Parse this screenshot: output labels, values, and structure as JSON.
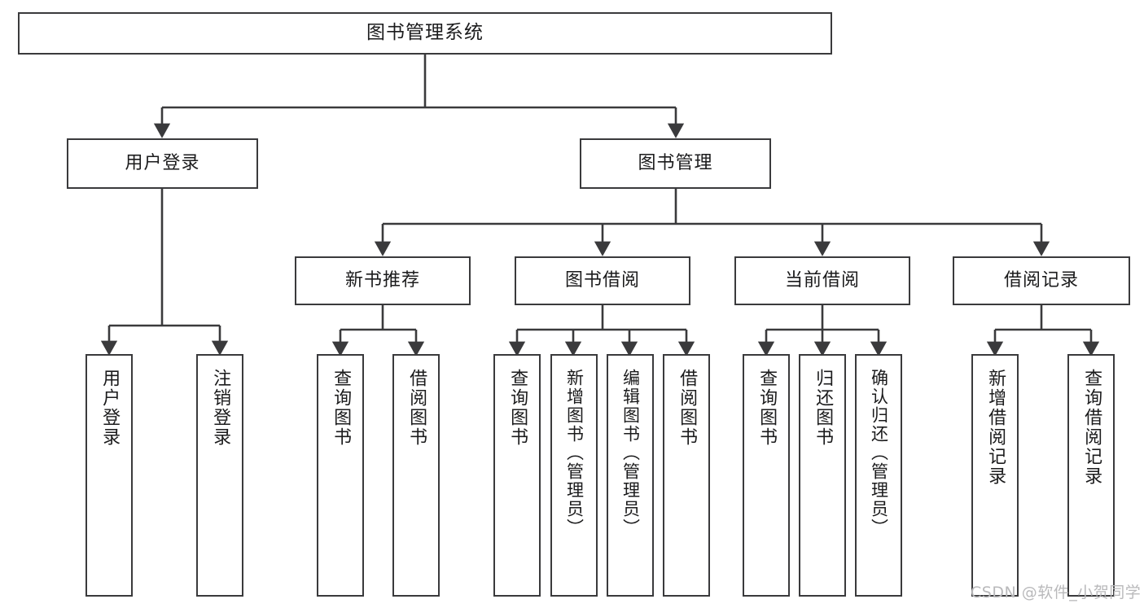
{
  "diagram": {
    "title": "图书管理系统",
    "watermark": "CSDN @软件_小贺同学",
    "line_color": "#3a3a3c",
    "box_fill": "#ffffff",
    "text_color": "#1b1b1c",
    "watermark_color": "#b9b9bb"
  },
  "root": {
    "label": "图书管理系统"
  },
  "level2": [
    {
      "label": "用户登录"
    },
    {
      "label": "图书管理"
    }
  ],
  "level3": [
    {
      "label": "新书推荐"
    },
    {
      "label": "图书借阅"
    },
    {
      "label": "当前借阅"
    },
    {
      "label": "借阅记录"
    }
  ],
  "leaves": {
    "user_login": [
      {
        "label": "用户登录"
      },
      {
        "label": "注销登录"
      }
    ],
    "new_book_recommend": [
      {
        "label": "查询图书"
      },
      {
        "label": "借阅图书"
      }
    ],
    "book_borrow": [
      {
        "label": "查询图书"
      },
      {
        "label": "新增图书（管理员）"
      },
      {
        "label": "编辑图书（管理员）"
      },
      {
        "label": "借阅图书"
      }
    ],
    "current_borrow": [
      {
        "label": "查询图书"
      },
      {
        "label": "归还图书"
      },
      {
        "label": "确认归还（管理员）"
      }
    ],
    "borrow_record": [
      {
        "label": "新增借阅记录"
      },
      {
        "label": "查询借阅记录"
      }
    ]
  }
}
